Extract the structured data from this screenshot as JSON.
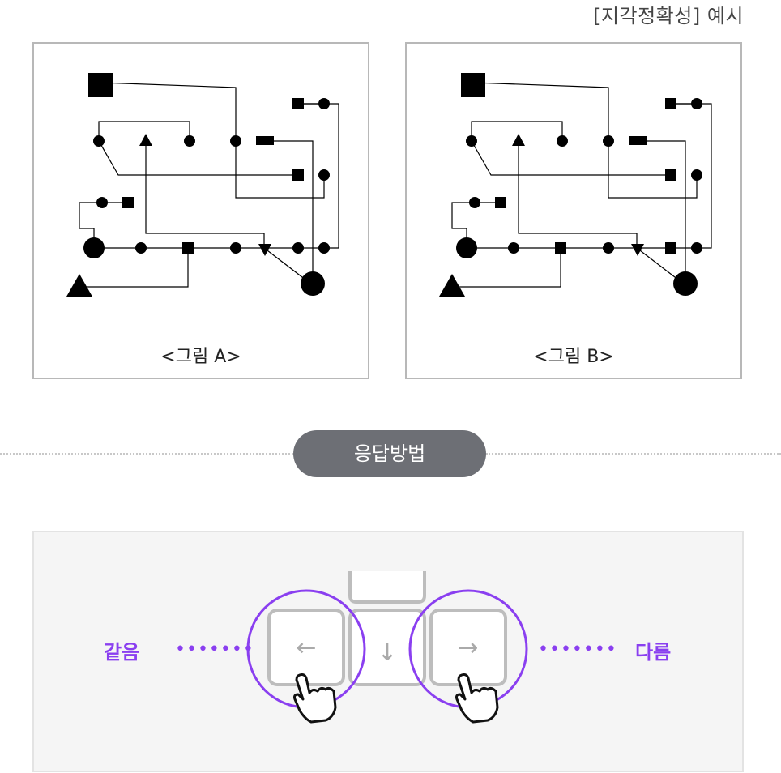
{
  "header": {
    "example_label": "[지각정확성] 예시"
  },
  "figures": [
    {
      "caption": "<그림 A>"
    },
    {
      "caption": "<그림 B>"
    }
  ],
  "section": {
    "method_label": "응답방법"
  },
  "response": {
    "same_label": "같음",
    "different_label": "다름",
    "dots": "•••••••",
    "keys": {
      "left": "←",
      "down": "↓",
      "right": "→"
    }
  },
  "colors": {
    "accent": "#8a3ff0",
    "pill": "#6d6f75",
    "key_border": "#bdbdbd"
  },
  "icons": [
    "hand-pointer-icon",
    "left-arrow-icon",
    "down-arrow-icon",
    "right-arrow-icon"
  ]
}
